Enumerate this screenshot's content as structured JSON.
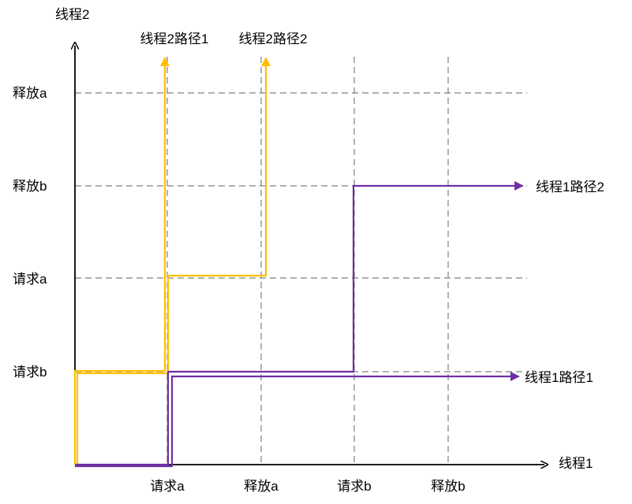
{
  "axes": {
    "y_title": "线程2",
    "x_title": "线程1",
    "y_ticks": [
      "请求b",
      "请求a",
      "释放b",
      "释放a"
    ],
    "x_ticks": [
      "请求a",
      "释放a",
      "请求b",
      "释放b"
    ]
  },
  "paths": [
    {
      "label": "线程2路径1",
      "color": "#ffc000",
      "thread": "线程2"
    },
    {
      "label": "线程2路径2",
      "color": "#ffc000",
      "thread": "线程2"
    },
    {
      "label": "线程1路径1",
      "color": "#7030a0",
      "thread": "线程1"
    },
    {
      "label": "线程1路径2",
      "color": "#7030a0",
      "thread": "线程1"
    }
  ],
  "colors": {
    "axis": "#000000",
    "grid": "#808080",
    "thread2": "#ffc000",
    "thread1": "#7030a0"
  }
}
